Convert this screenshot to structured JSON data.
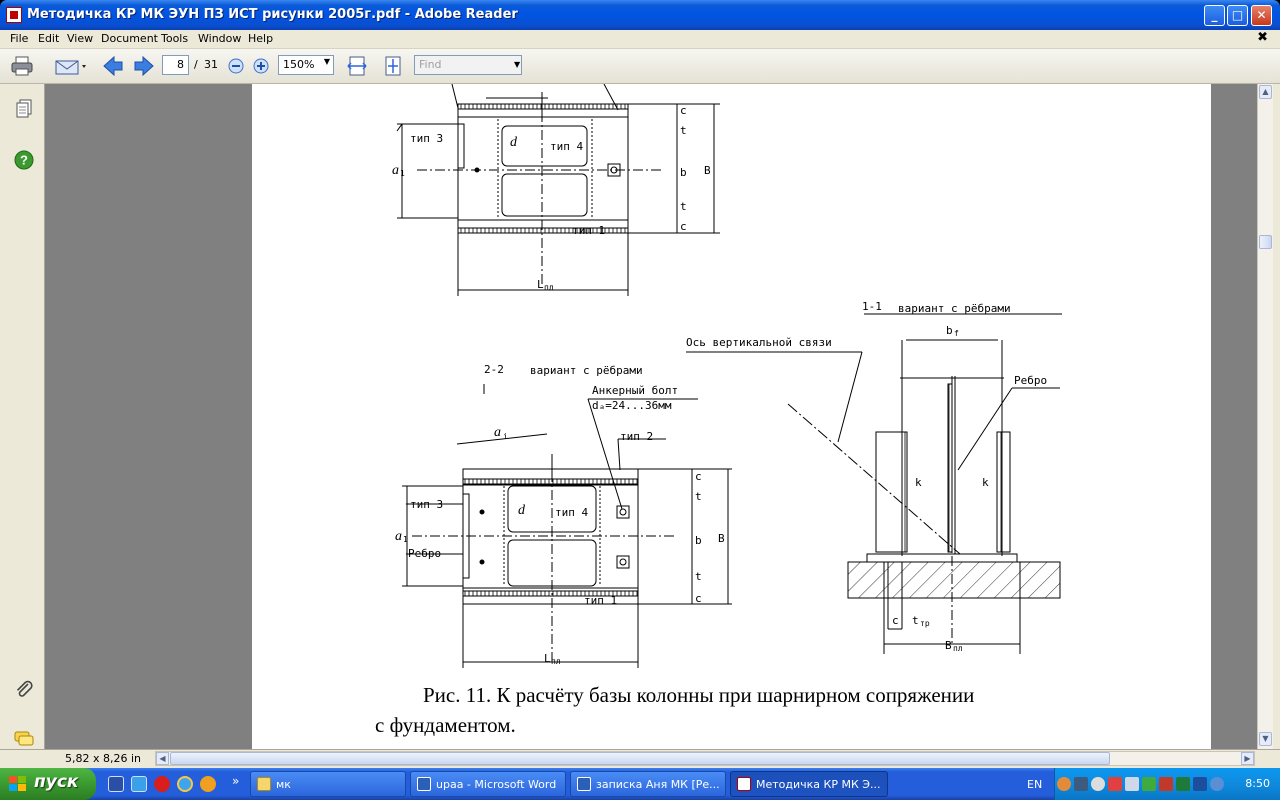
{
  "window": {
    "title": "Методичка КР МК ЭУН ПЗ ИСТ рисунки 2005г.pdf - Adobe Reader",
    "min_label": "_",
    "max_label": "□",
    "close_label": "✕"
  },
  "menu": {
    "items": [
      "File",
      "Edit",
      "View",
      "Document",
      "Tools",
      "Window",
      "Help"
    ],
    "close_label": "✖"
  },
  "toolbar": {
    "page_current": "8",
    "page_separator": "/",
    "page_total": "31",
    "zoom": "150%",
    "find_placeholder": "Find"
  },
  "document": {
    "labels": {
      "type3": "тип 3",
      "type4": "тип 4",
      "type1": "тип 1",
      "type2": "тип 2",
      "a1": "a",
      "a1_sub": "1",
      "d_letter": "d",
      "c": "c",
      "t_tr": "t",
      "tr_sub": "тр",
      "b_f": "b",
      "f_sub": "f",
      "B": "B",
      "pl_sub": "пл",
      "L": "L",
      "section11": "1-1",
      "section22": "2-2",
      "variant_ribs": "вариант с рёбрами",
      "axis_vertical": "Ось вертикальной связи",
      "rib": "Ребро",
      "anchor_bolt": "Анкерный болт",
      "anchor_d": "dₐ=24...36мм",
      "a_i": "a",
      "i_sub": "i",
      "k": "k"
    },
    "caption_line1": "Рис. 11. К расчёту базы колонны при шарнирном сопряжении",
    "caption_line2": "с фундаментом."
  },
  "status": {
    "page_size": "5,82 x 8,26 in"
  },
  "taskbar": {
    "start_label": "пуск",
    "tasks": [
      {
        "label": "мк",
        "active": false
      },
      {
        "label": "upaa - Microsoft Word",
        "active": false
      },
      {
        "label": "записка Аня МК [Ре...",
        "active": false
      },
      {
        "label": "Методичка КР МК Э...",
        "active": true
      }
    ],
    "lang": "EN",
    "clock": "8:50"
  },
  "colors": {
    "xp_blue": "#0054e3",
    "taskbar_blue": "#245edb",
    "start_green": "#3a9a2f",
    "chrome_beige": "#ece9d8",
    "workarea_gray": "#808080",
    "help_green": "#3a9a2f"
  },
  "icons": [
    "print-icon",
    "email-icon",
    "prev-page-icon",
    "next-page-icon",
    "zoom-out-icon",
    "zoom-in-icon",
    "fit-width-icon",
    "fit-page-icon",
    "pages-icon",
    "help-icon",
    "attachment-icon",
    "comments-icon"
  ]
}
